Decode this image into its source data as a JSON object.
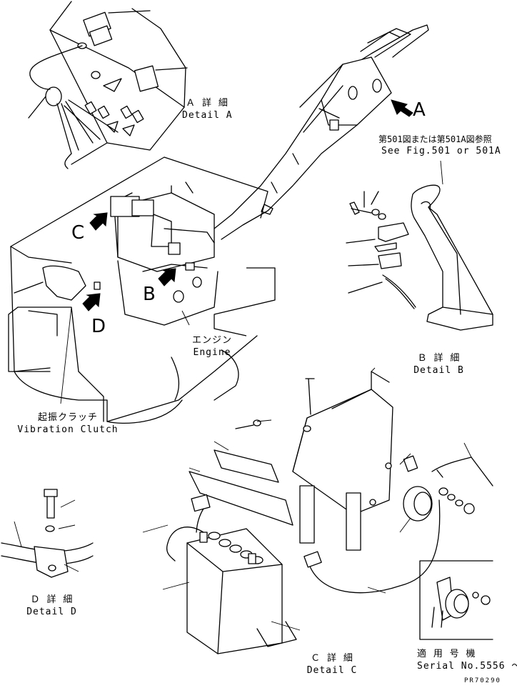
{
  "detailA": {
    "ja": "Ａ 詳 細",
    "en": "Detail A"
  },
  "detailB": {
    "ja": "Ｂ 詳 細",
    "en": "Detail B"
  },
  "detailC": {
    "ja": "Ｃ 詳 細",
    "en": "Detail C"
  },
  "detailD": {
    "ja": "Ｄ 詳 細",
    "en": "Detail D"
  },
  "refNote": {
    "ja": "第501図または第501A図参照",
    "en": "See Fig.501 or 501A"
  },
  "engine": {
    "ja": "エンジン",
    "en": "Engine"
  },
  "vibrationClutch": {
    "ja": "起振クラッチ",
    "en": "Vibration Clutch"
  },
  "serial": {
    "ja": "適 用 号 機",
    "en": "Serial No.5556 ～"
  },
  "viewLetters": {
    "A": "A",
    "B": "B",
    "C": "C",
    "D": "D"
  },
  "drawingCode": "PR70290"
}
